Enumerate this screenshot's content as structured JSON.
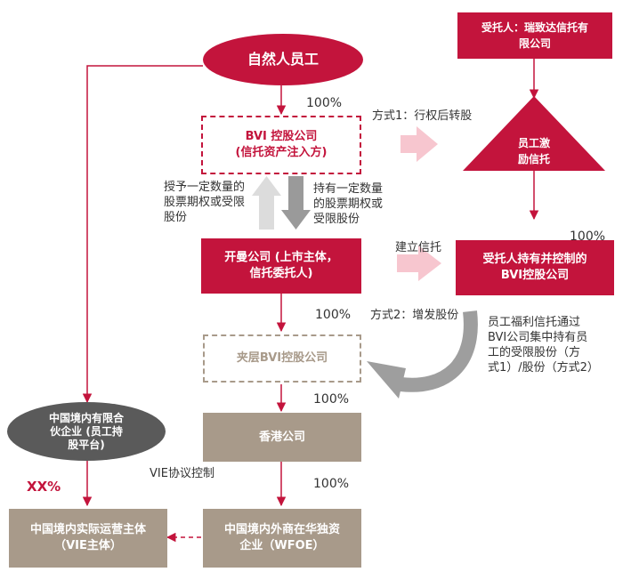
{
  "nodes": {
    "natural_person": "自然人员工",
    "trustee": "受托人：瑞致达信托有\n限公司",
    "bvi_holding": "BVI 控股公司\n(信托资产注入方)",
    "incentive_trust": "员工激\n励信托",
    "listed_company": "开曼公司 (上市主体，\n信托委托人)",
    "trustee_bvi": "受托人持有并控制的\nBVI控股公司",
    "mid_bvi": "夹层BVI控股公司",
    "hk_company": "香港公司",
    "domestic_partnership": "中国境内有限合\n伙企业 (员工持\n股平台)",
    "vie_entity": "中国境内实际运营主体\n（VIE主体）",
    "wfoe": "中国境内外商在华独资\n企业（WFOE）"
  },
  "labels": {
    "pct_bvi": "100%",
    "pct_trustee_bvi": "100%",
    "pct_mid_bvi": "100%",
    "pct_hk": "100%",
    "pct_wfoe": "100%",
    "pct_vie": "XX%",
    "method1": "方式1：行权后转股",
    "establish_trust": "建立信托",
    "method2": "方式2：增发股份",
    "grant_options": "授予一定数量的\n股票期权或受限\n股份",
    "hold_options": "持有一定数量\n的股票期权或\n受限股份",
    "welfare_trust": "员工福利信托通过\nBVI公司集中持有员\n工的受限股份（方\n式1）/股份（方式2）",
    "vie_control": "VIE协议控制"
  }
}
